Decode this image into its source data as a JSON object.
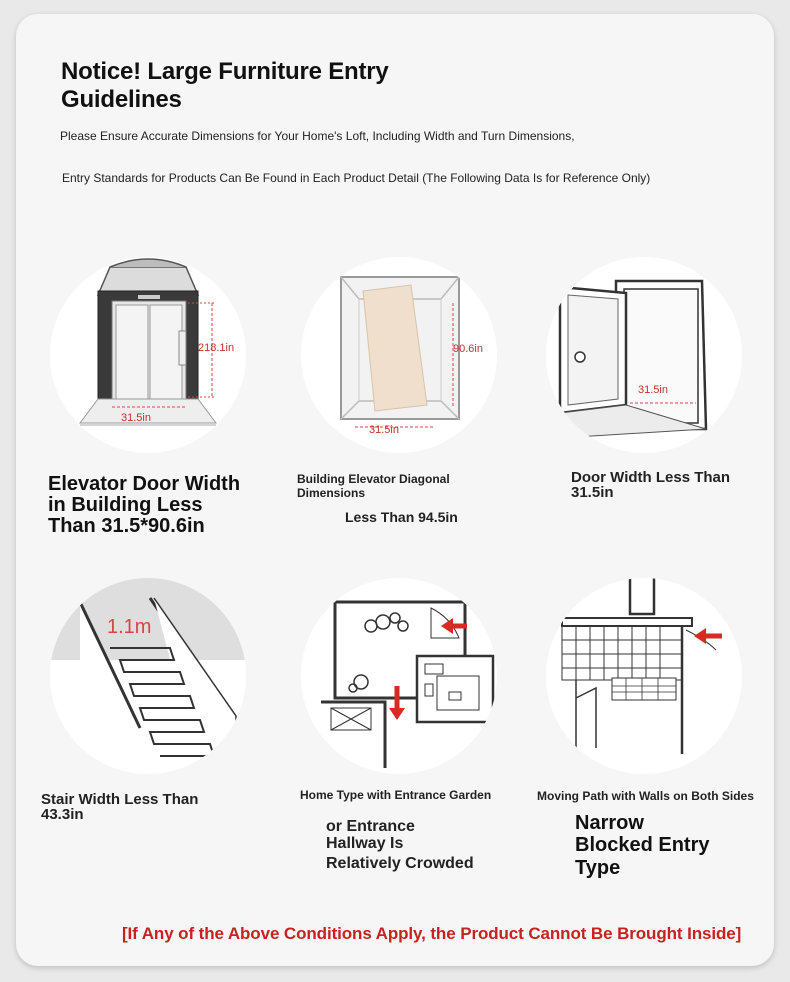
{
  "header": {
    "title_line1": "Notice! Large Furniture Entry",
    "title_line2": "Guidelines",
    "subtitle1": "Please Ensure Accurate Dimensions for Your Home's Loft, Including Width and Turn Dimensions,",
    "subtitle2": "Entry Standards for Products Can Be Found in Each Product Detail (The Following Data Is for Reference Only)"
  },
  "items": [
    {
      "labels": {
        "width": "31.5in",
        "height": "218.1in"
      },
      "caption_lines": [
        "Elevator Door Width",
        "in Building Less",
        "Than 31.5*90.6in"
      ]
    },
    {
      "labels": {
        "width": "31.5in",
        "height": "90.6in"
      },
      "caption_lines": [
        "Building Elevator Diagonal",
        "Dimensions",
        "Less Than 94.5in"
      ]
    },
    {
      "labels": {
        "width": "31.5in"
      },
      "caption_lines": [
        "Door Width Less Than",
        "31.5in"
      ]
    },
    {
      "labels": {
        "width": "1.1m"
      },
      "caption_lines": [
        "Stair Width Less Than",
        "43.3in"
      ]
    },
    {
      "caption_lines": [
        "Home Type with Entrance Garden",
        "or Entrance",
        "Hallway Is",
        "Relatively Crowded"
      ]
    },
    {
      "caption_lines": [
        "Moving Path with Walls on Both Sides",
        "Narrow",
        "Blocked Entry",
        "Type"
      ]
    }
  ],
  "footer": {
    "warning": "[If Any of the Above Conditions Apply, the Product Cannot Be Brought Inside]"
  },
  "colors": {
    "accent_red": "#c8211f",
    "dimension_red": "#d64545"
  }
}
